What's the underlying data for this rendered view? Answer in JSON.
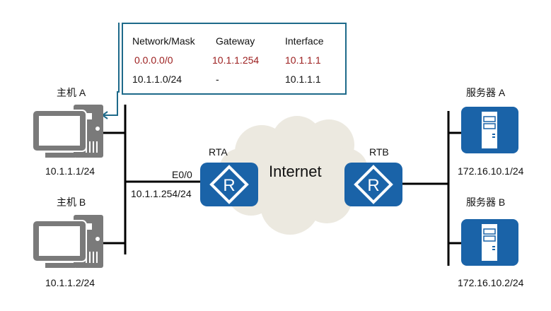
{
  "colors": {
    "device_blue": "#1a63a8",
    "pc_gray": "#7a7a7a",
    "cloud": "#ece9e0",
    "table_border": "#1e6a8a",
    "highlight_red": "#9b1c1c",
    "link": "#000000"
  },
  "route_table": {
    "headers": [
      "Network/Mask",
      "Gateway",
      "Interface"
    ],
    "rows": [
      {
        "network": "0.0.0.0/0",
        "gateway": "10.1.1.254",
        "interface": "10.1.1.1",
        "highlighted": true
      },
      {
        "network": "10.1.1.0/24",
        "gateway": "-",
        "interface": "10.1.1.1",
        "highlighted": false
      }
    ]
  },
  "hosts": [
    {
      "name": "主机 A",
      "ip": "10.1.1.1/24",
      "icon": "desktop-pc-icon"
    },
    {
      "name": "主机 B",
      "ip": "10.1.1.2/24",
      "icon": "desktop-pc-icon"
    }
  ],
  "routers": [
    {
      "name": "RTA",
      "interface": "E0/0",
      "ip": "10.1.1.254/24",
      "icon": "router-icon"
    },
    {
      "name": "RTB",
      "icon": "router-icon"
    }
  ],
  "cloud": {
    "label": "Internet",
    "icon": "cloud-icon"
  },
  "servers": [
    {
      "name": "服务器 A",
      "ip": "172.16.10.1/24",
      "icon": "server-icon"
    },
    {
      "name": "服务器 B",
      "ip": "172.16.10.2/24",
      "icon": "server-icon"
    }
  ]
}
